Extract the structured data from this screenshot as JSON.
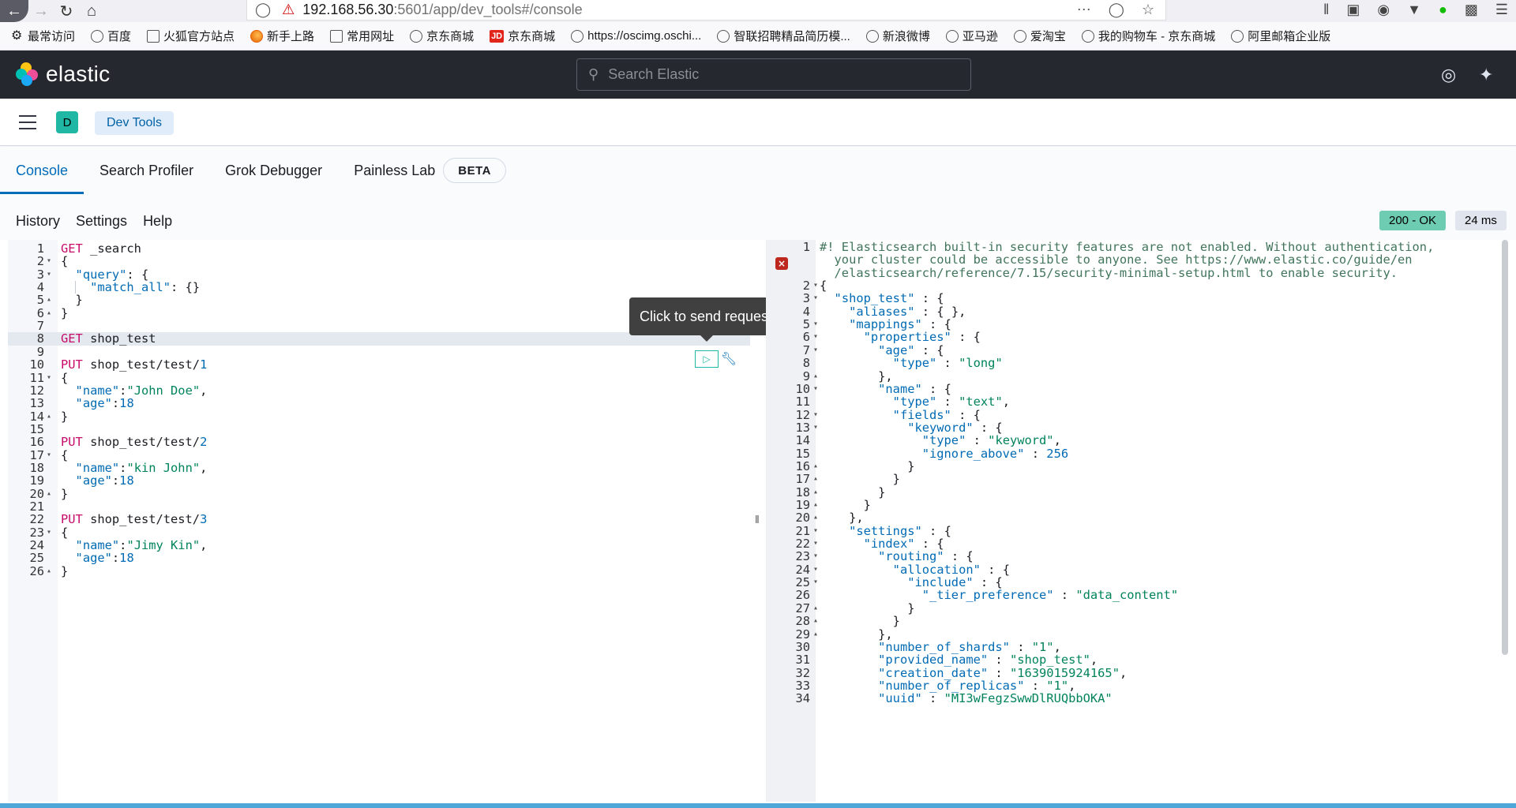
{
  "browser": {
    "url_host": "192.168.56.30",
    "url_path": ":5601/app/dev_tools#/console"
  },
  "bookmarks": [
    {
      "label": "最常访问",
      "icon": "gear-icon"
    },
    {
      "label": "百度",
      "icon": "globe-icon"
    },
    {
      "label": "火狐官方站点",
      "icon": "folder-icon"
    },
    {
      "label": "新手上路",
      "icon": "firefox-icon"
    },
    {
      "label": "常用网址",
      "icon": "folder-icon"
    },
    {
      "label": "京东商城",
      "icon": "globe-icon"
    },
    {
      "label": "京东商城",
      "icon": "jd-icon"
    },
    {
      "label": "https://oscimg.oschi...",
      "icon": "globe-icon"
    },
    {
      "label": "智联招聘精品简历模...",
      "icon": "globe-icon"
    },
    {
      "label": "新浪微博",
      "icon": "globe-icon"
    },
    {
      "label": "亚马逊",
      "icon": "globe-icon"
    },
    {
      "label": "爱淘宝",
      "icon": "globe-icon"
    },
    {
      "label": "我的购物车 - 京东商城",
      "icon": "globe-icon"
    },
    {
      "label": "阿里邮箱企业版",
      "icon": "globe-icon"
    }
  ],
  "header": {
    "logo_text": "elastic",
    "search_placeholder": "Search Elastic"
  },
  "crumb": {
    "avatar": "D",
    "label": "Dev Tools"
  },
  "tabs": [
    {
      "label": "Console"
    },
    {
      "label": "Search Profiler"
    },
    {
      "label": "Grok Debugger"
    },
    {
      "label": "Painless Lab"
    }
  ],
  "beta_badge": "BETA",
  "console_menu": {
    "history": "History",
    "settings": "Settings",
    "help": "Help"
  },
  "response_status": "200 - OK",
  "response_time": "24 ms",
  "tooltip": "Click to send request",
  "request_lines": [
    "GET _search",
    "{",
    "  \"query\": {",
    "    \"match_all\": {}",
    "  }",
    "}",
    "",
    "GET shop_test",
    "",
    "PUT shop_test/test/1",
    "{",
    "  \"name\":\"John Doe\",",
    "  \"age\":18",
    "}",
    "",
    "PUT shop_test/test/2",
    "{",
    "  \"name\":\"kin John\",",
    "  \"age\":18",
    "}",
    "",
    "PUT shop_test/test/3",
    "{",
    "  \"name\":\"Jimy Kin\",",
    "  \"age\":18",
    "}"
  ],
  "response_lines": [
    "#! Elasticsearch built-in security features are not enabled. Without authentication,",
    "  your cluster could be accessible to anyone. See https://www.elastic.co/guide/en",
    "  /elasticsearch/reference/7.15/security-minimal-setup.html to enable security.",
    "{",
    "  \"shop_test\" : {",
    "    \"aliases\" : { },",
    "    \"mappings\" : {",
    "      \"properties\" : {",
    "        \"age\" : {",
    "          \"type\" : \"long\"",
    "        },",
    "        \"name\" : {",
    "          \"type\" : \"text\",",
    "          \"fields\" : {",
    "            \"keyword\" : {",
    "              \"type\" : \"keyword\",",
    "              \"ignore_above\" : 256",
    "            }",
    "          }",
    "        }",
    "      }",
    "    },",
    "    \"settings\" : {",
    "      \"index\" : {",
    "        \"routing\" : {",
    "          \"allocation\" : {",
    "            \"include\" : {",
    "              \"_tier_preference\" : \"data_content\"",
    "            }",
    "          }",
    "        },",
    "        \"number_of_shards\" : \"1\",",
    "        \"provided_name\" : \"shop_test\",",
    "        \"creation_date\" : \"1639015924165\",",
    "        \"number_of_replicas\" : \"1\",",
    "        \"uuid\" : \"MI3wFegzSwwDlRUQbbOKA\""
  ]
}
